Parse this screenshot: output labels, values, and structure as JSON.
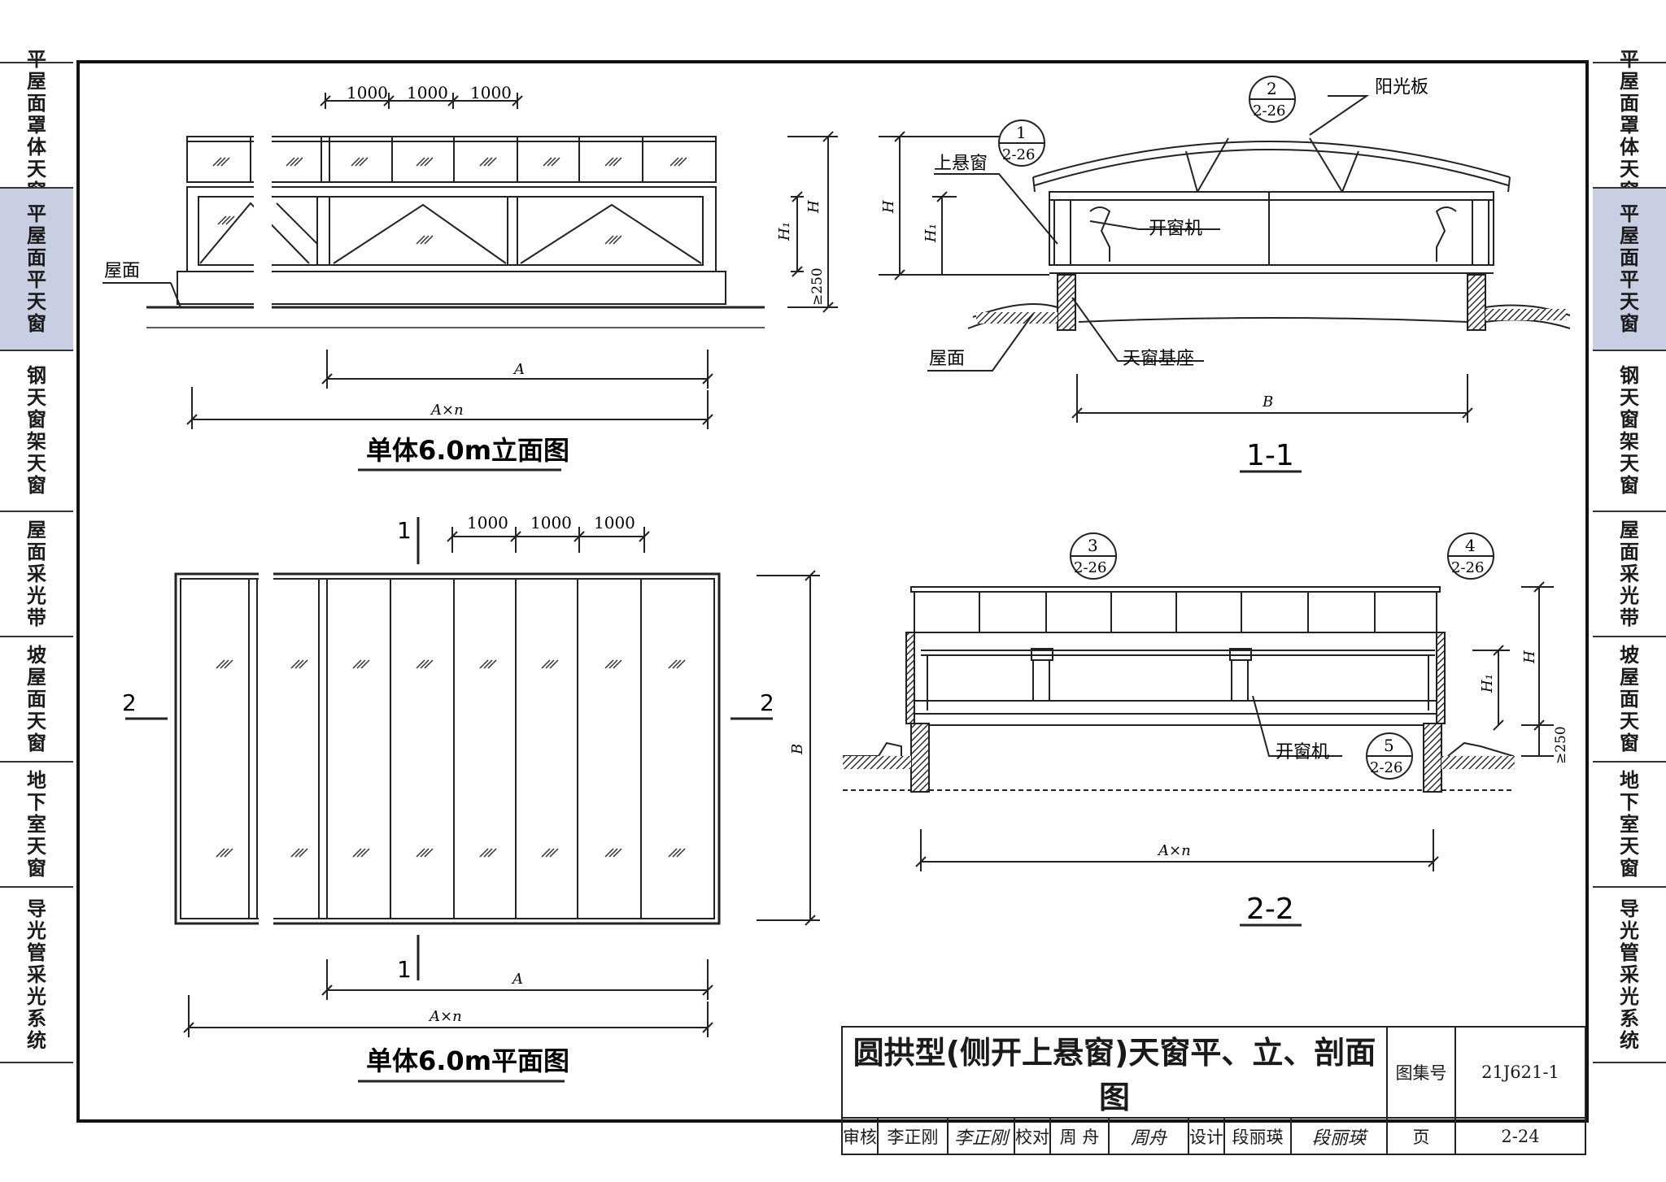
{
  "sidebar_left": [
    {
      "label": "平屋面罩体天窗",
      "active": false
    },
    {
      "label": "平屋面平天窗",
      "active": true
    },
    {
      "label": "钢天窗架天窗",
      "active": false
    },
    {
      "label": "屋面采光带",
      "active": false
    },
    {
      "label": "坡屋面天窗",
      "active": false
    },
    {
      "label": "地下室天窗",
      "active": false
    },
    {
      "label": "导光管采光系统",
      "active": false
    }
  ],
  "sidebar_right": [
    {
      "label": "平屋面罩体天窗",
      "active": false
    },
    {
      "label": "平屋面平天窗",
      "active": true
    },
    {
      "label": "钢天窗架天窗",
      "active": false
    },
    {
      "label": "屋面采光带",
      "active": false
    },
    {
      "label": "坡屋面天窗",
      "active": false
    },
    {
      "label": "地下室天窗",
      "active": false
    },
    {
      "label": "导光管采光系统",
      "active": false
    }
  ],
  "elevation": {
    "title": "单体6.0m立面图",
    "dim_top": [
      "1000",
      "1000",
      "1000"
    ],
    "roof_label": "屋面",
    "dim_A": "A",
    "dim_An": "A×n",
    "dim_H": "H",
    "dim_H1": "H₁",
    "dim_250": "≥250"
  },
  "section11": {
    "title": "1-1",
    "sun_panel": "阳光板",
    "top_hung": "上悬窗",
    "opener": "开窗机",
    "roof_label": "屋面",
    "base": "天窗基座",
    "dim_B": "B",
    "dim_H": "H",
    "dim_H1": "H₁",
    "ref_1": {
      "num": "1",
      "sheet": "2-26"
    },
    "ref_2": {
      "num": "2",
      "sheet": "2-26"
    }
  },
  "plan": {
    "title": "单体6.0m平面图",
    "dim_top": [
      "1000",
      "1000",
      "1000"
    ],
    "cut1_top": "1",
    "cut1_bottom": "1",
    "cut2_left": "2",
    "cut2_right": "2",
    "dim_A": "A",
    "dim_An": "A×n",
    "dim_B": "B"
  },
  "section22": {
    "title": "2-2",
    "opener": "开窗机",
    "dim_An": "A×n",
    "dim_H": "H",
    "dim_H1": "H₁",
    "dim_250": "≥250",
    "ref_3": {
      "num": "3",
      "sheet": "2-26"
    },
    "ref_4": {
      "num": "4",
      "sheet": "2-26"
    },
    "ref_5": {
      "num": "5",
      "sheet": "2-26"
    }
  },
  "title_block": {
    "title": "圆拱型(侧开上悬窗)天窗平、立、剖面图",
    "atlas_label": "图集号",
    "atlas_no": "21J621-1",
    "page_label": "页",
    "page_no": "2-24",
    "review_label": "审核",
    "review_name": "李正刚",
    "review_sig": "李正刚",
    "check_label": "校对",
    "check_name": "周 舟",
    "check_sig": "周舟",
    "design_label": "设计",
    "design_name": "段丽瑛",
    "design_sig": "段丽瑛"
  }
}
